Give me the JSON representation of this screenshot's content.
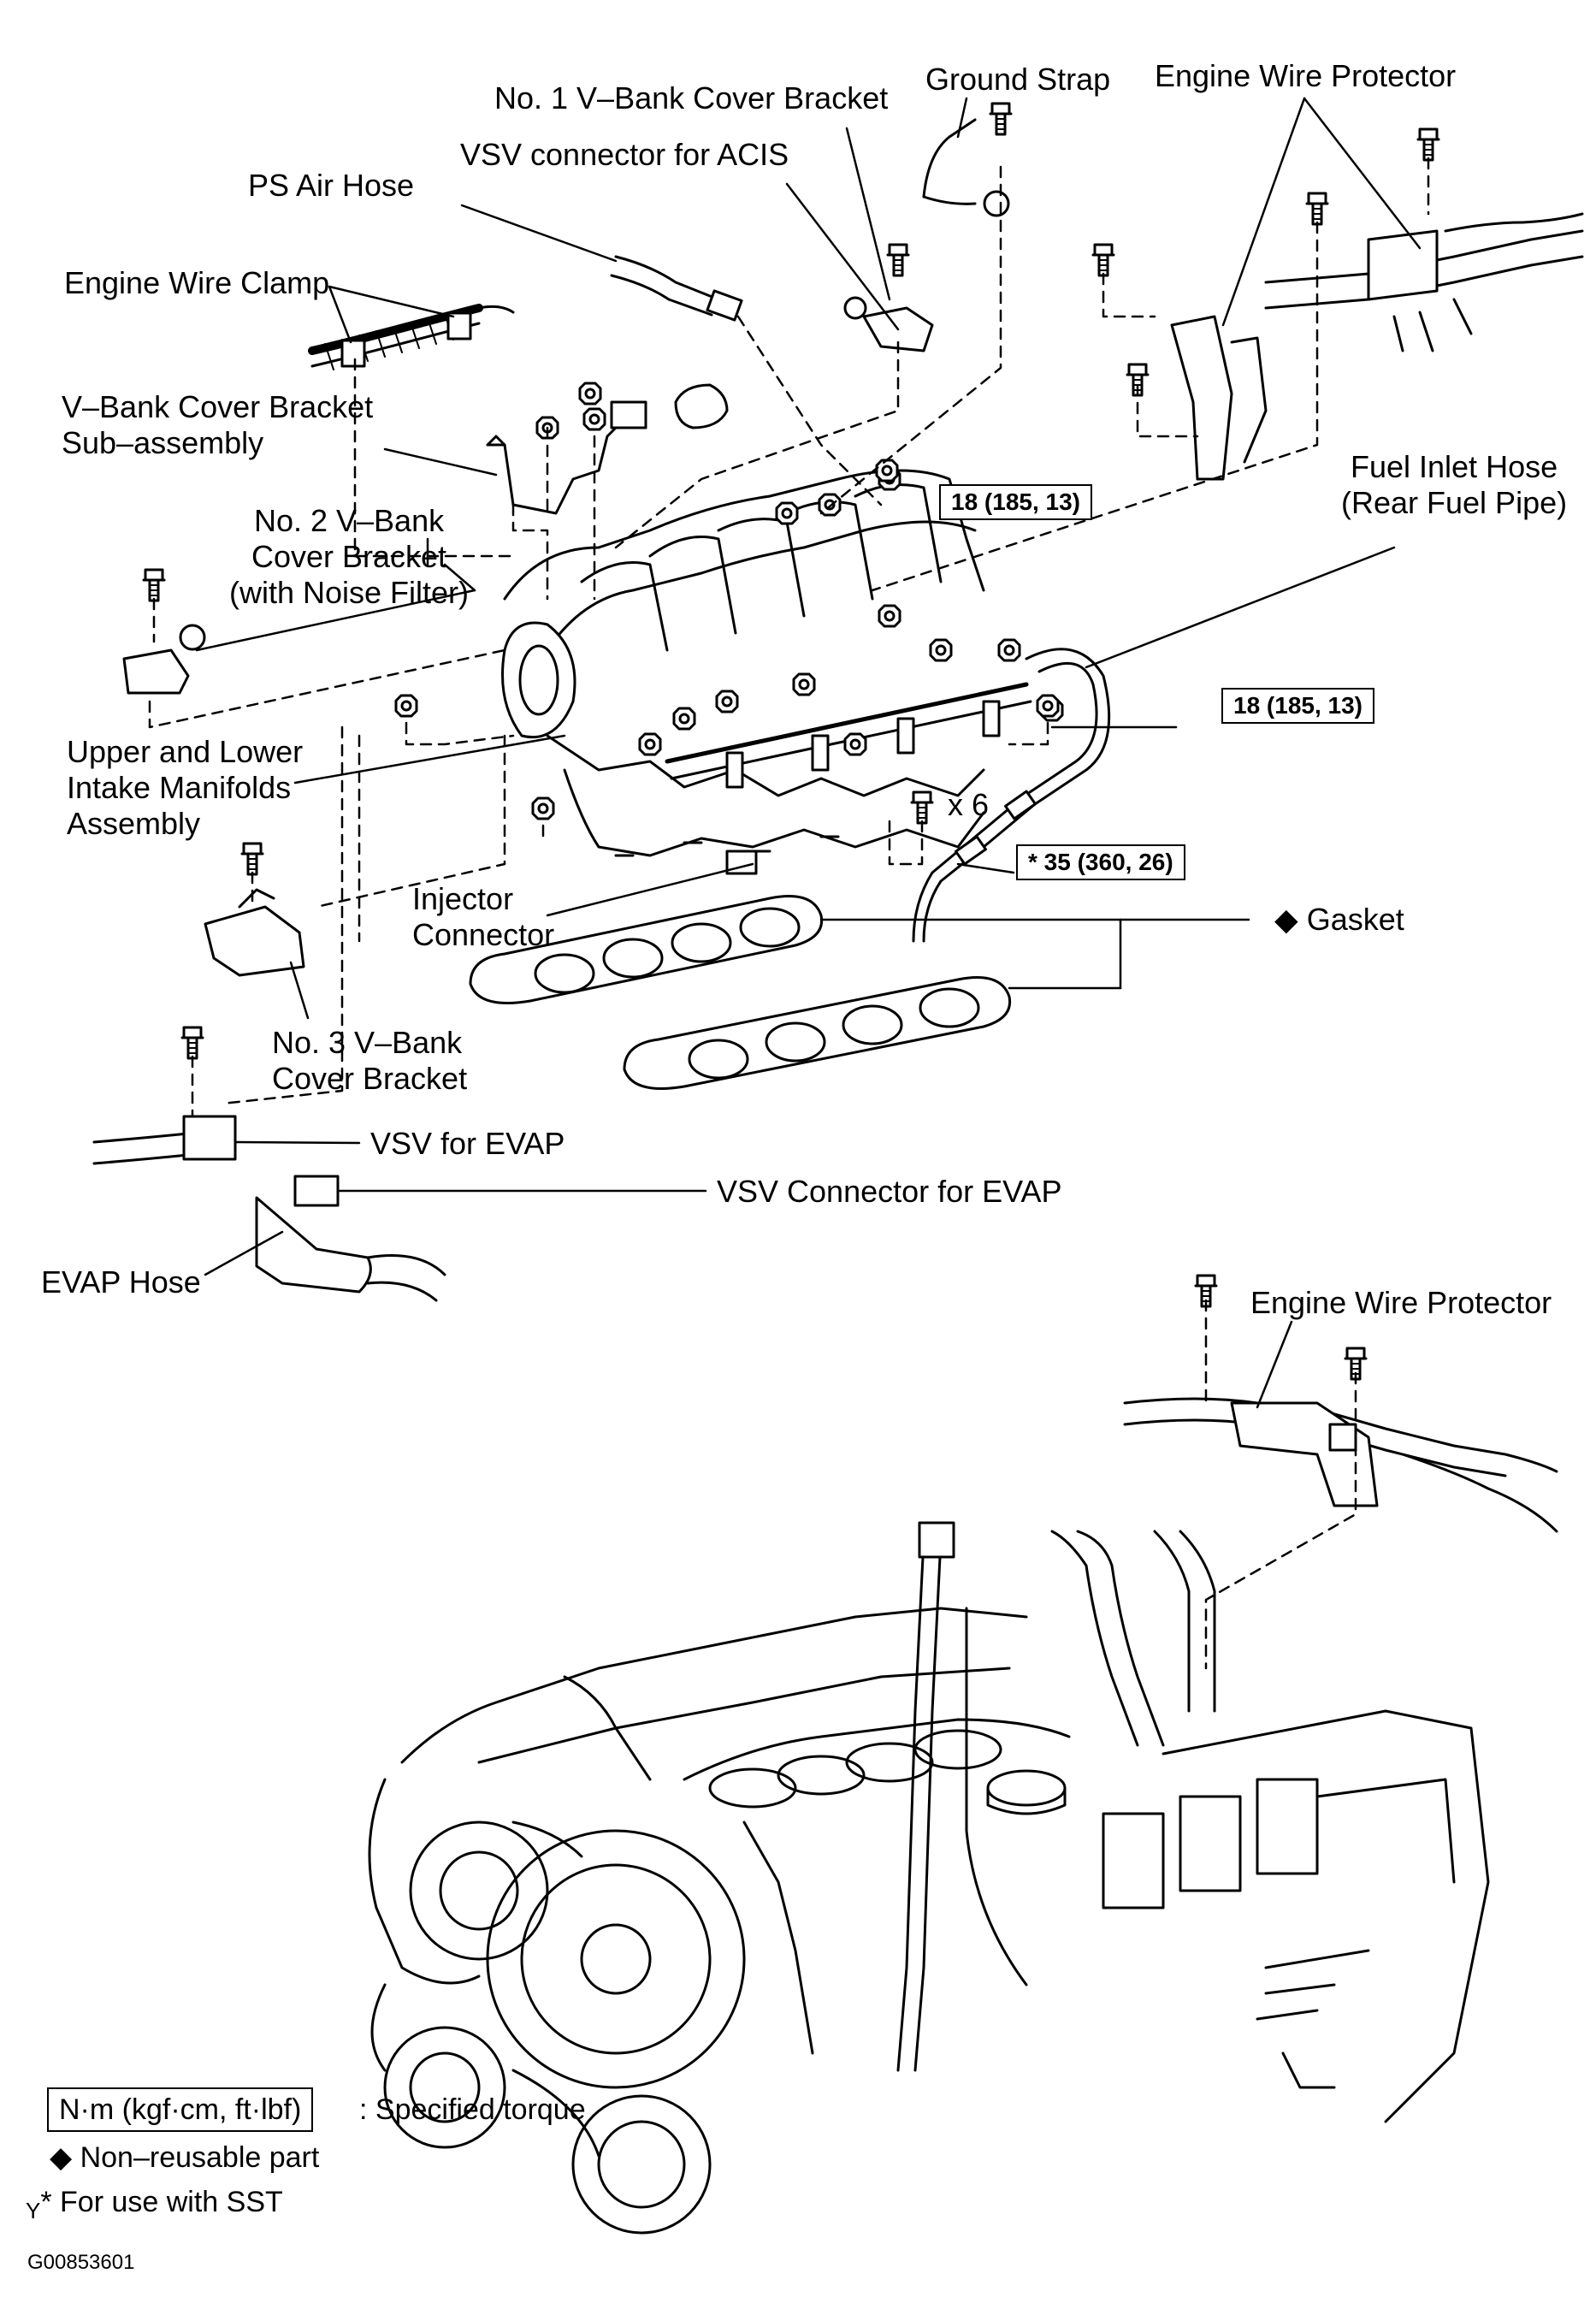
{
  "labels": {
    "no1_vbank_cover_bracket": "No. 1 V–Bank Cover Bracket",
    "ground_strap": "Ground Strap",
    "engine_wire_protector_top": "Engine Wire Protector",
    "vsv_connector_acis": "VSV connector for ACIS",
    "ps_air_hose": "PS Air Hose",
    "engine_wire_clamp": "Engine Wire Clamp",
    "vbank_cover_bracket_line1": "V–Bank Cover Bracket",
    "vbank_cover_bracket_line2": "Sub–assembly",
    "no2_vbank_line1": "No. 2 V–Bank",
    "no2_vbank_line2": "Cover Bracket",
    "no2_vbank_line3": "(with Noise Filter)",
    "fuel_inlet_hose_line1": "Fuel Inlet Hose",
    "fuel_inlet_hose_line2": "(Rear Fuel Pipe)",
    "intake_line1": "Upper and Lower",
    "intake_line2": "Intake Manifolds",
    "intake_line3": "Assembly",
    "x6": "x 6",
    "injector_line1": "Injector",
    "injector_line2": "Connector",
    "gasket": "◆ Gasket",
    "no3_vbank_line1": "No. 3 V–Bank",
    "no3_vbank_line2": "Cover Bracket",
    "vsv_evap": "VSV for EVAP",
    "vsv_connector_evap": "VSV Connector for EVAP",
    "evap_hose": "EVAP Hose",
    "engine_wire_protector_bottom": "Engine Wire Protector"
  },
  "torque": {
    "t1": "18 (185, 13)",
    "t2": "18 (185, 13)",
    "t3": "* 35 (360, 26)"
  },
  "legend": {
    "unit_box": "N·m (kgf·cm, ft·lbf)",
    "unit_desc": ": Specified torque",
    "non_reusable": "◆ Non–reusable part",
    "sst": "* For use with SST",
    "sst_prefix": "Y"
  },
  "figure_code": "G00853601"
}
